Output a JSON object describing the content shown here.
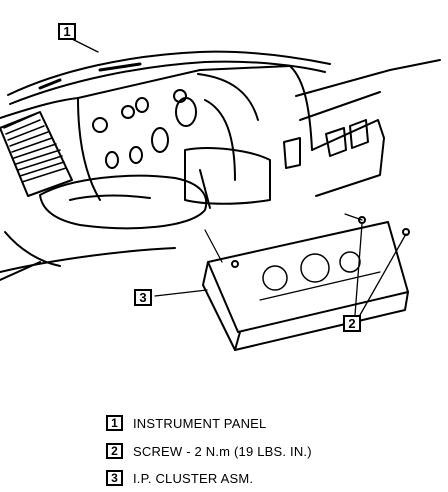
{
  "callouts": [
    {
      "number": "1"
    },
    {
      "number": "3"
    },
    {
      "number": "2"
    }
  ],
  "legend": [
    {
      "number": "1",
      "text": "INSTRUMENT PANEL"
    },
    {
      "number": "2",
      "text": "SCREW - 2 N.m (19 LBS. IN.)"
    },
    {
      "number": "3",
      "text": "I.P. CLUSTER ASM."
    }
  ]
}
